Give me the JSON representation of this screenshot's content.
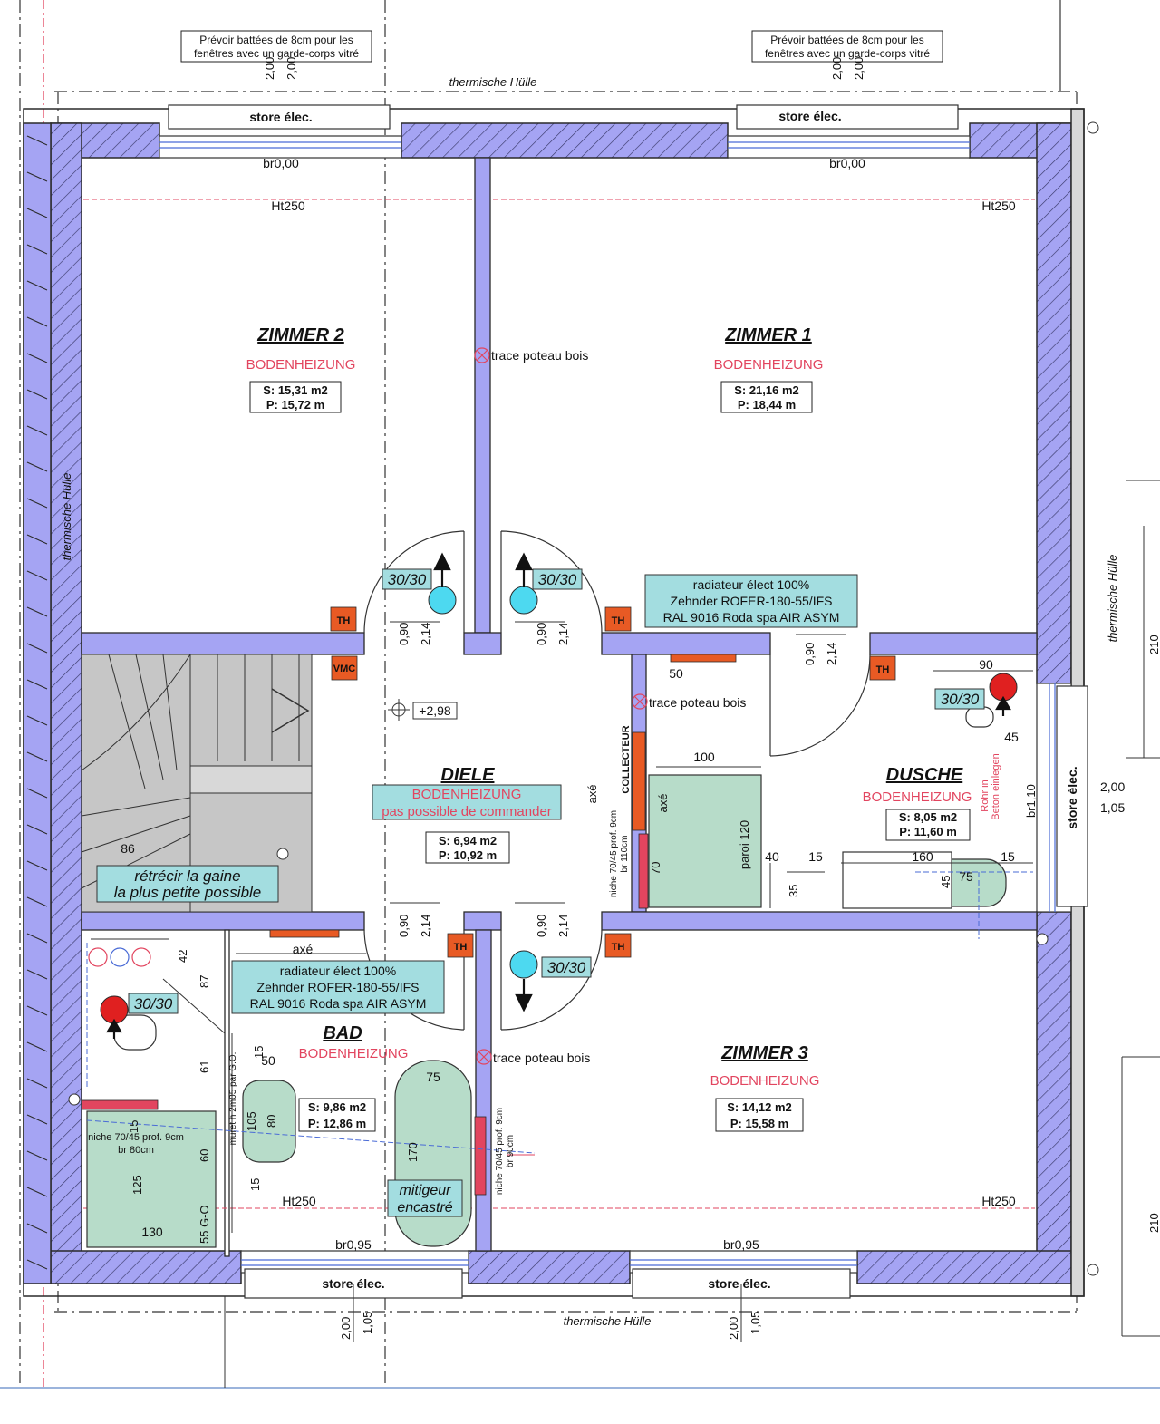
{
  "notes": {
    "top_left": [
      "Prévoir battées de 8cm pour les",
      "fenêtres avec un garde-corps vitré"
    ],
    "top_right": [
      "Prévoir battées de 8cm pour les",
      "fenêtres avec un garde-corps vitré"
    ]
  },
  "envelope_label": "thermische Hülle",
  "store_label": "store élec.",
  "br_top": "br0,00",
  "br_bottom": "br0,95",
  "ht_label": "Ht250",
  "heating_label": "BODENHEIZUNG",
  "trace_label": "trace poteau bois",
  "door_tag": "30/30",
  "th_label": "TH",
  "vmc_label": "VMC",
  "rooms": {
    "zimmer2": {
      "name": "ZIMMER 2",
      "s": "S: 15,31 m2",
      "p": "P: 15,72 m"
    },
    "zimmer1": {
      "name": "ZIMMER 1",
      "s": "S: 21,16 m2",
      "p": "P: 18,44 m"
    },
    "diele": {
      "name": "DIELE",
      "s": "S: 6,94 m2",
      "p": "P: 10,92 m",
      "note": "pas possible de commander"
    },
    "dusche": {
      "name": "DUSCHE",
      "s": "S: 8,05 m2",
      "p": "P: 11,60 m"
    },
    "bad": {
      "name": "BAD",
      "s": "S: 9,86 m2",
      "p": "P: 12,86 m"
    },
    "zimmer3": {
      "name": "ZIMMER 3",
      "s": "S: 14,12 m2",
      "p": "P: 15,58 m"
    }
  },
  "radiator": [
    "radiateur élect 100%",
    "Zehnder ROFER-180-55/IFS",
    "RAL 9016 Roda spa AIR ASYM"
  ],
  "gaine": [
    "rétrécir la gaine",
    "la plus petite possible"
  ],
  "mitigeur": [
    "mitigeur",
    "encastré"
  ],
  "dims": {
    "d200": "2,00",
    "d105": "1,05",
    "d090": "0,90",
    "d214": "2,14",
    "level": "+2,98",
    "d86": "86",
    "d50": "50",
    "d100": "100",
    "d90": "90",
    "d45": "45",
    "d40": "40",
    "d15": "15",
    "d160": "160",
    "d75": "75",
    "d35": "35",
    "d70": "70",
    "d42": "42",
    "d87": "87",
    "d61": "61",
    "d60": "60",
    "d125": "125",
    "d130": "130",
    "d55go": "55 G-O",
    "d105b": "105",
    "d80": "80",
    "d170": "170",
    "br110": "br1,10",
    "d210": "210",
    "axe": "axé",
    "paroi": "paroi 120",
    "collecteur": "COLLECTEUR"
  },
  "niches": {
    "diele": [
      "niche 70/45 prof. 9cm",
      "br 110cm"
    ],
    "bad_left": [
      "niche 70/45 prof. 9cm",
      "br 80cm"
    ],
    "bad_right": [
      "niche 70/45 prof. 9cm",
      "br 90cm"
    ]
  },
  "muret": "muret h 2m05 par G.O.",
  "rohr": [
    "Rohr in",
    "Beton einlegen"
  ],
  "colors": {
    "wall": "#a5a4f3",
    "teal": "#a3dde0",
    "sanitary": "#b7dcc9",
    "orange": "#e85a24",
    "red_mark": "#e2455f",
    "stair": "#c6c6c6"
  }
}
